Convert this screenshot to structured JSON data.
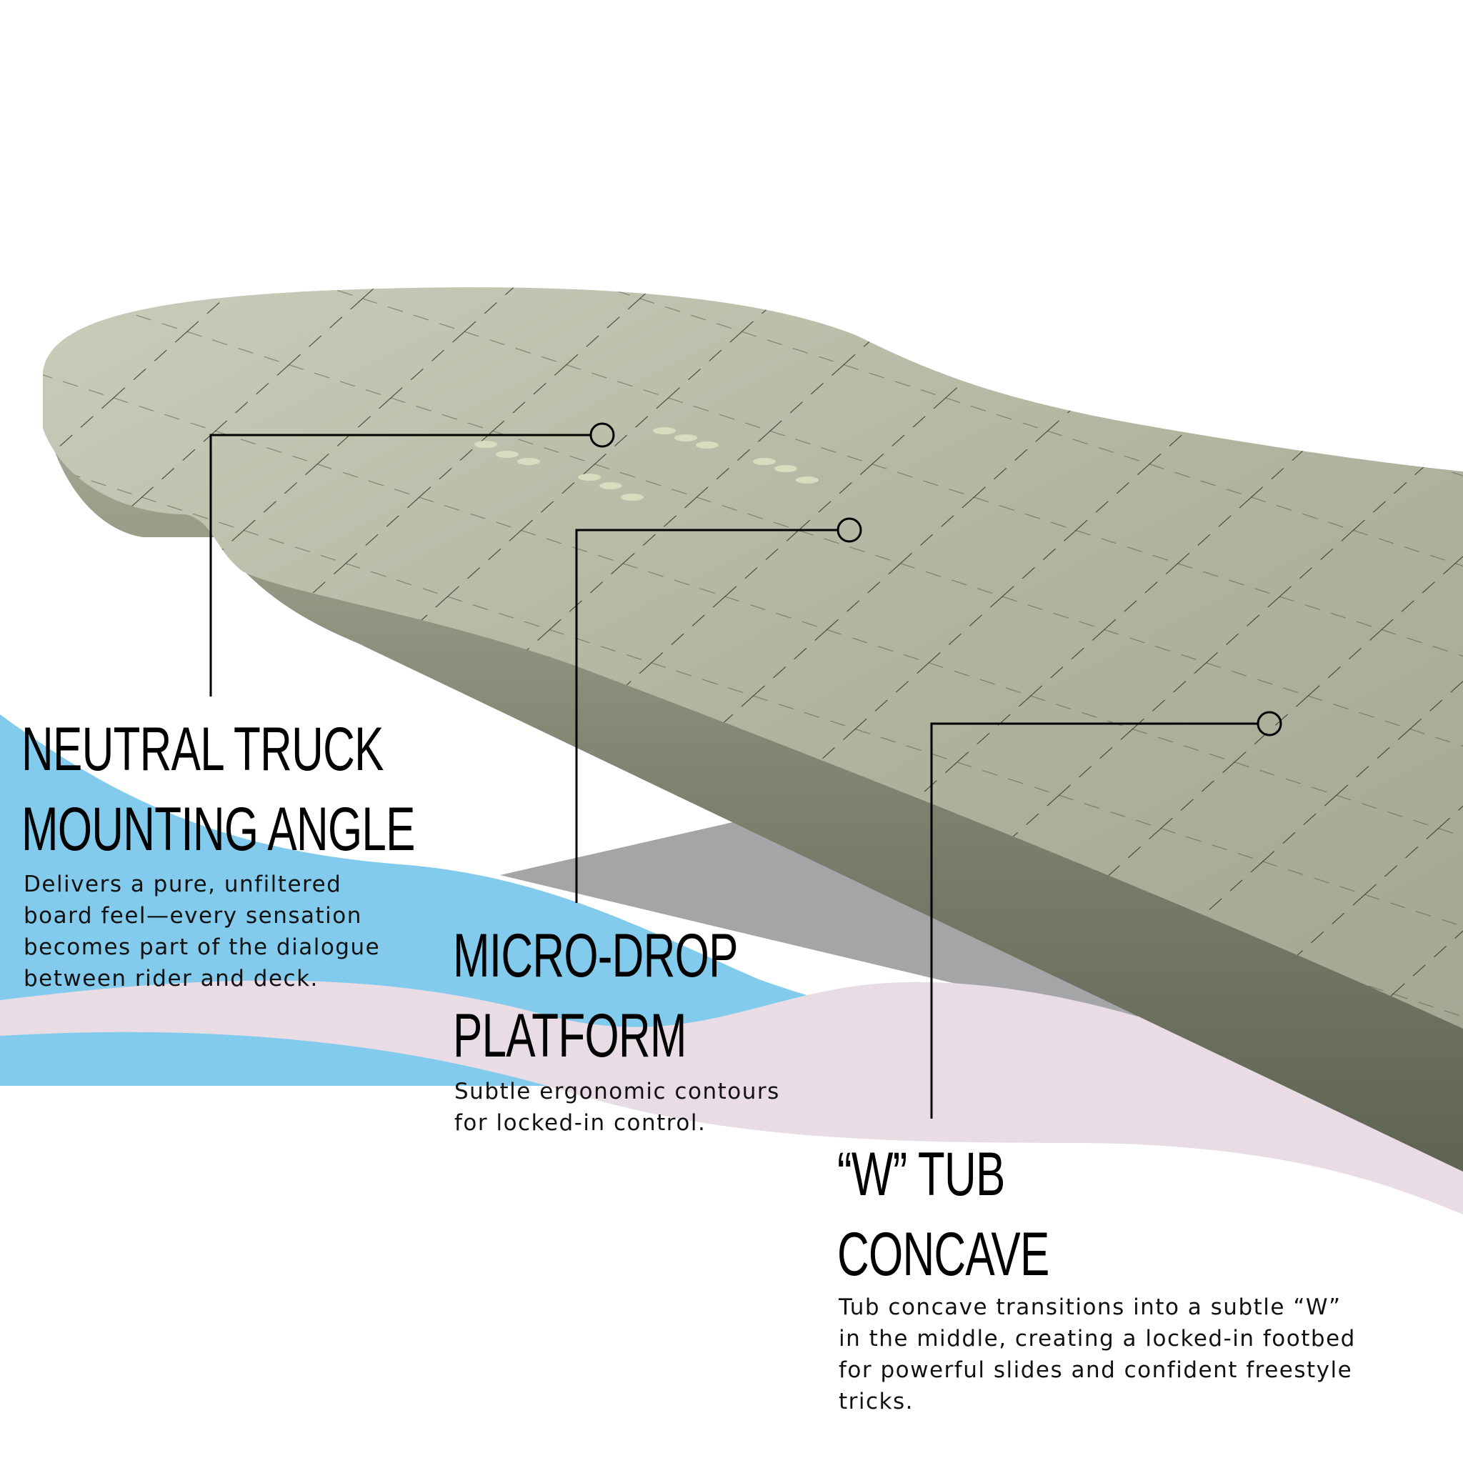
{
  "graphic": {
    "subject": "longboard deck illustration",
    "colors": {
      "background": "#ffffff",
      "deck_top": "#b4b8a2",
      "deck_edge": "#6e725e",
      "wave_blue": "#82cbec",
      "wave_pink": "#eadce4",
      "shadow_gray": "#a4a5a7",
      "callout_line": "#000000",
      "text": "#000000"
    }
  },
  "callouts": [
    {
      "id": "neutral-truck",
      "title_lines": [
        "NEUTRAL TRUCK",
        "MOUNTING ANGLE"
      ],
      "body_lines": [
        "Delivers a pure, unfiltered",
        "board feel—every sensation",
        "becomes part of the dialogue",
        "between rider and deck."
      ]
    },
    {
      "id": "micro-drop",
      "title_lines": [
        "MICRO-DROP",
        "PLATFORM"
      ],
      "body_lines": [
        "Subtle ergonomic contours",
        "for locked-in control."
      ]
    },
    {
      "id": "w-tub",
      "title_lines": [
        "“W” TUB",
        "CONCAVE"
      ],
      "body_lines": [
        "Tub concave transitions into a subtle “W”",
        "in the middle, creating a locked-in footbed",
        "for powerful slides and confident freestyle",
        "tricks."
      ]
    }
  ]
}
